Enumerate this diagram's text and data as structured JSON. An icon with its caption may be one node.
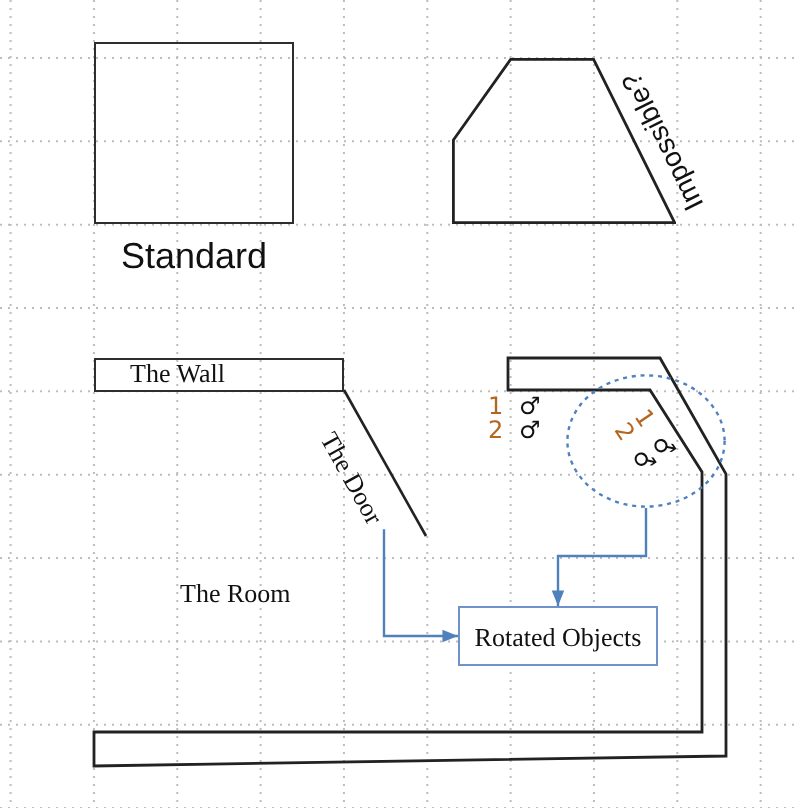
{
  "diagram": {
    "nodes": [
      {
        "text": [],
        "shape": "box",
        "beside": [
          "Standard"
        ]
      },
      {
        "text": [],
        "shape": "polygon",
        "beside": [
          "Impossible?"
        ]
      },
      {
        "text": [
          "The Wall"
        ]
      },
      {
        "text": [
          "The Door"
        ]
      },
      {
        "text": [
          "1 ♂",
          "2 ♂"
        ]
      },
      {
        "text": [
          "Rotated Objects"
        ]
      }
    ],
    "edges": [
      {
        "from": 3,
        "to": 5,
        "arrow": "to"
      },
      {
        "from": 4,
        "to": 5,
        "arrow": "to"
      }
    ],
    "labels": [
      "1 ♂",
      "2 ♂",
      "The Room"
    ]
  }
}
